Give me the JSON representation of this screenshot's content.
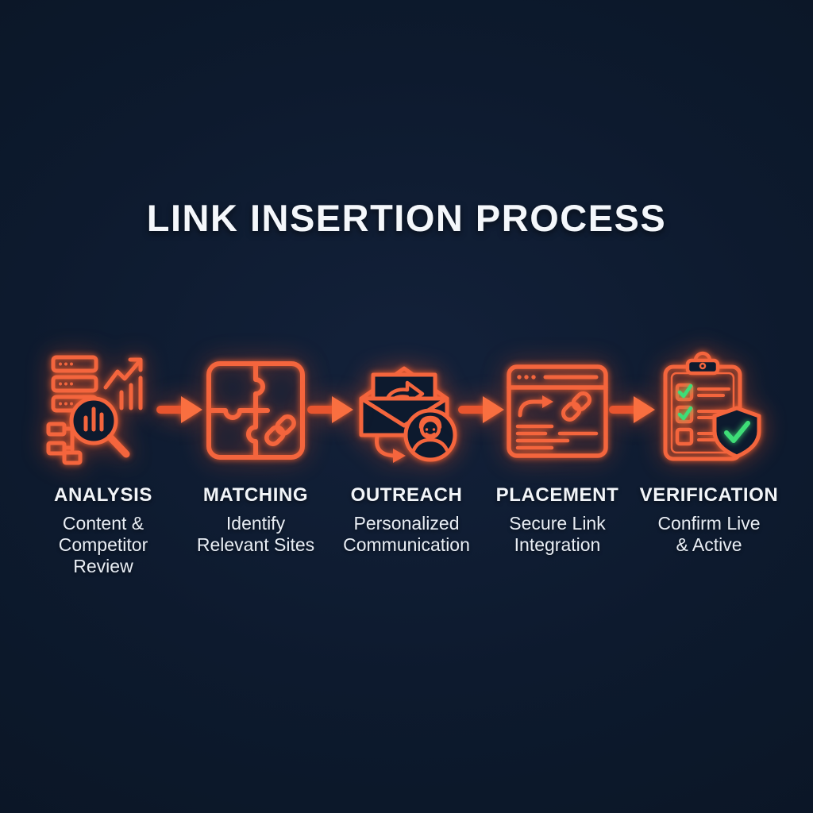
{
  "title": "LINK INSERTION PROCESS",
  "colors": {
    "background": "#0d1a2e",
    "accent_orange": "#f4653d",
    "accent_orange_bright": "#ff7a45",
    "accent_green": "#3edd77",
    "text": "#f4f7fb"
  },
  "steps": [
    {
      "label": "ANALYSIS",
      "description": "Content &\nCompetitor\nReview",
      "icon": "analysis-icon"
    },
    {
      "label": "MATCHING",
      "description": "Identify\nRelevant Sites",
      "icon": "matching-icon"
    },
    {
      "label": "OUTREACH",
      "description": "Personalized\nCommunication",
      "icon": "outreach-icon"
    },
    {
      "label": "PLACEMENT",
      "description": "Secure Link\nIntegration",
      "icon": "placement-icon"
    },
    {
      "label": "VERIFICATION",
      "description": "Confirm Live\n& Active",
      "icon": "verification-icon"
    }
  ],
  "connector": {
    "icon": "arrow-right-icon"
  }
}
